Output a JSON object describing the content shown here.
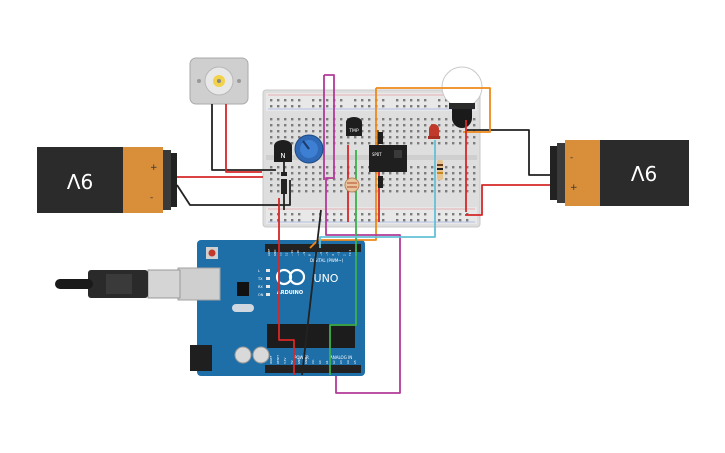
{
  "battery_left": {
    "label": "9V",
    "plus": "+",
    "minus": "-"
  },
  "battery_right": {
    "label": "9V",
    "plus": "+",
    "minus": "-"
  },
  "transistor": {
    "label": "N"
  },
  "sensor": {
    "label": "TMP"
  },
  "relay": {
    "label": "SPDT"
  },
  "arduino": {
    "brand": "ARDUINO",
    "model": "UNO",
    "header_top_label": "DIGITAL (PWM~)",
    "header_bottom_power": "POWER",
    "header_bottom_analog": "ANALOG IN",
    "pins_top": [
      "AREF",
      "GND",
      "13",
      "12",
      "~11",
      "~10",
      "~9",
      "8",
      "7",
      "~6",
      "~5",
      "4",
      "~3",
      "2",
      "TX 1",
      "RX 0"
    ],
    "pins_bottom": [
      "IOREF",
      "RESET",
      "3.3V",
      "5V",
      "GND",
      "GND",
      "Vin",
      "A0",
      "A1",
      "A2",
      "A3",
      "A4",
      "A5"
    ],
    "led_labels": [
      "L",
      "TX",
      "RX",
      "ON"
    ]
  },
  "colors": {
    "battery_body": "#2b2b2b",
    "battery_cap": "#d98f3a",
    "breadboard": "#dcdcdc",
    "arduino": "#1e6fa8",
    "wire_red": "#d62728",
    "wire_black": "#222222",
    "wire_orange": "#ee8a1a",
    "wire_magenta": "#b33a98",
    "wire_green": "#3bb04a",
    "wire_cyan": "#63c0d6",
    "wire_brown": "#8a5a2b",
    "pot": "#2f68b5",
    "led": "#c0392b"
  }
}
